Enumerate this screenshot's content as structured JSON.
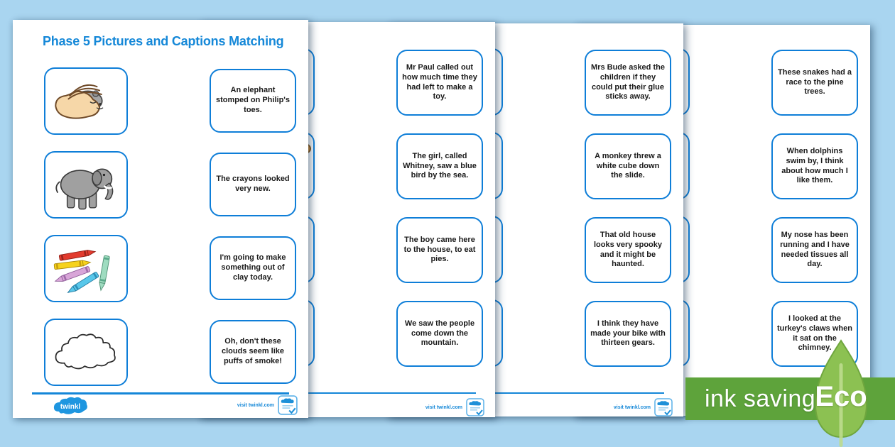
{
  "colors": {
    "background": "#a9d5f0",
    "accent_blue": "#1588d8",
    "card_border": "#0e7ed8",
    "eco_bar_green": "#5ea33b",
    "eco_leaf_green": "#8cc152"
  },
  "page1": {
    "title": "Phase 5 Pictures and Captions Matching",
    "pictures": [
      {
        "icon": "hamster-petted-picture"
      },
      {
        "icon": "elephant-picture"
      },
      {
        "icon": "crayons-picture"
      },
      {
        "icon": "cloud-picture"
      }
    ],
    "captions": [
      "An elephant stomped on Philip's toes.",
      "The crayons looked very new.",
      "I'm going to make something out of clay today.",
      "Oh, don't these clouds seem like puffs of smoke!"
    ],
    "footer": {
      "logo": "twinkl",
      "link": "visit twinkl.com"
    }
  },
  "page2": {
    "captions": [
      "Mr Paul called out how much time they had left to make a toy.",
      "The girl, called Whitney, saw a blue bird by the sea.",
      "The boy came here to the house, to eat pies.",
      "We saw the people come down the mountain."
    ],
    "footer_link": "visit twinkl.com"
  },
  "page3": {
    "captions": [
      "Mrs Bude asked the children if they could put their glue sticks away.",
      "A monkey threw a white cube down the slide.",
      "That old house looks very spooky and it might be haunted.",
      "I think they have made your bike with thirteen gears."
    ],
    "footer_link": "visit twinkl.com"
  },
  "page4": {
    "captions": [
      "These snakes had a race to the pine trees.",
      "When dolphins swim by, I think about how much I like them.",
      "My nose has been running and I have needed tissues all day.",
      "I looked at the turkey's claws when it sat on the chimney."
    ]
  },
  "eco": {
    "label": "ink saving",
    "badge": "Eco"
  }
}
